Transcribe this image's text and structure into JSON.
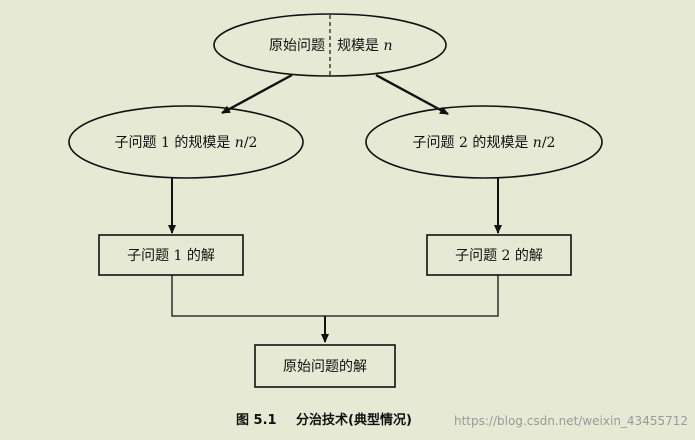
{
  "diagram": {
    "root": {
      "left": "原始问题",
      "right": "规模是",
      "var": "n"
    },
    "sub1": {
      "prefix": "子问题 1 的规模是 ",
      "var": "n",
      "suffix": "/2"
    },
    "sub2": {
      "prefix": "子问题 2 的规模是 ",
      "var": "n",
      "suffix": "/2"
    },
    "sol1": "子问题 1 的解",
    "sol2": "子问题 2 的解",
    "final": "原始问题的解"
  },
  "caption": {
    "figure": "图 5.1",
    "title": "分治技术(典型情况)"
  },
  "watermark": "https://blog.csdn.net/weixin_43455712",
  "colors": {
    "background": "#e6e9d4",
    "line": "#111111"
  }
}
